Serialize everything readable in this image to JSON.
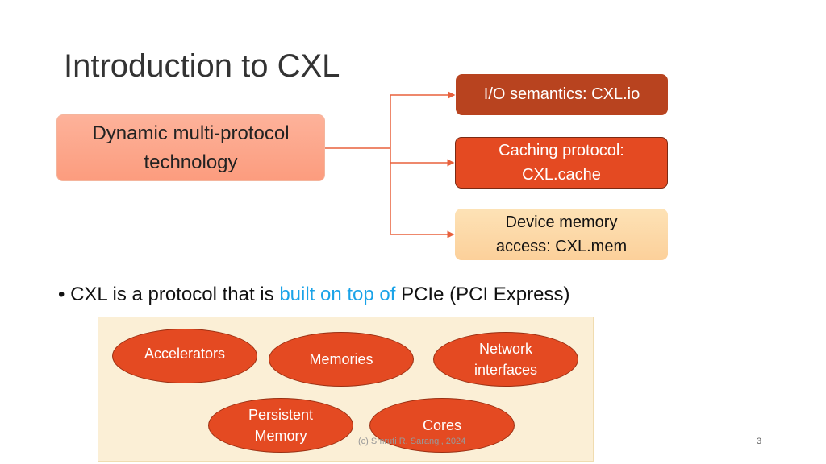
{
  "title": "Introduction to CXL",
  "source_box": {
    "line1": "Dynamic multi-protocol",
    "line2": "technology"
  },
  "targets": [
    {
      "line1": "I/O semantics: CXL.io"
    },
    {
      "line1": "Caching protocol:",
      "line2": "CXL.cache"
    },
    {
      "line1": "Device memory",
      "line2": "access: CXL.mem"
    }
  ],
  "bullet": {
    "pre": "CXL is a protocol that is ",
    "highlight": "built on top of",
    "post": " PCIe (PCI Express)"
  },
  "devices": [
    {
      "line1": "Accelerators"
    },
    {
      "line1": "Memories"
    },
    {
      "line1": "Network",
      "line2": "interfaces"
    },
    {
      "line1": "Persistent",
      "line2": "Memory"
    },
    {
      "line1": "Cores"
    }
  ],
  "footer": "(c) Smruti R. Sarangi, 2024",
  "page_number": "3",
  "colors": {
    "connector": "#e8603c",
    "highlight": "#1aa3e8"
  }
}
